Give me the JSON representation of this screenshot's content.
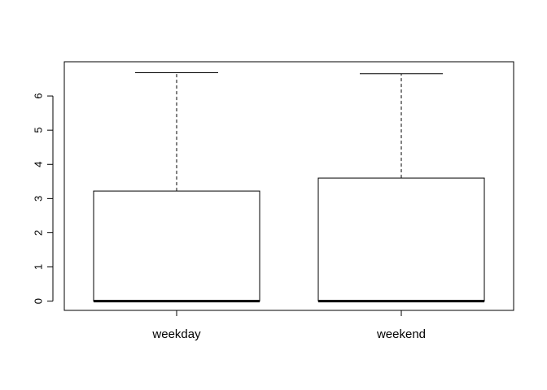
{
  "chart_data": {
    "type": "boxplot",
    "categories": [
      "weekday",
      "weekend"
    ],
    "boxes": [
      {
        "name": "weekday",
        "min": 0,
        "q1": 0,
        "median": 0,
        "q3": 3.22,
        "max": 6.68
      },
      {
        "name": "weekend",
        "min": 0,
        "q1": 0,
        "median": 0,
        "q3": 3.6,
        "max": 6.65
      }
    ],
    "yticks": [
      0,
      1,
      2,
      3,
      4,
      5,
      6
    ],
    "ylim": [
      -0.27,
      7.0
    ],
    "title": "",
    "xlabel": "",
    "ylabel": "",
    "grid": false
  }
}
